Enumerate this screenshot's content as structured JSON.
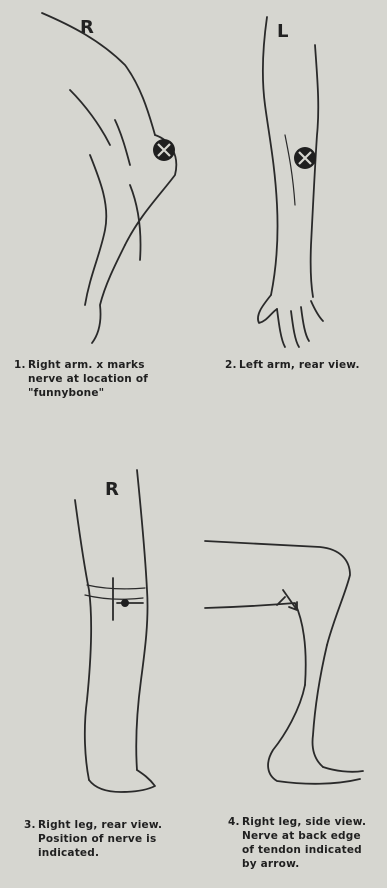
{
  "figures": [
    {
      "number": "1.",
      "caption": "Right arm. x marks\nnerve at location of\n\"funnybone\"",
      "side_mark": "R"
    },
    {
      "number": "2.",
      "caption": "Left arm, rear view.",
      "side_mark": "L"
    },
    {
      "number": "3.",
      "caption": "Right leg, rear view.\nPosition of nerve is\nindicated.",
      "side_mark": "R"
    },
    {
      "number": "4.",
      "caption": "Right leg, side view.\nNerve at back edge\nof tendon indicated\nby arrow.",
      "side_mark": ""
    }
  ],
  "colors": {
    "paper": "#d6d6d0",
    "ink": "#2a2a2a"
  }
}
